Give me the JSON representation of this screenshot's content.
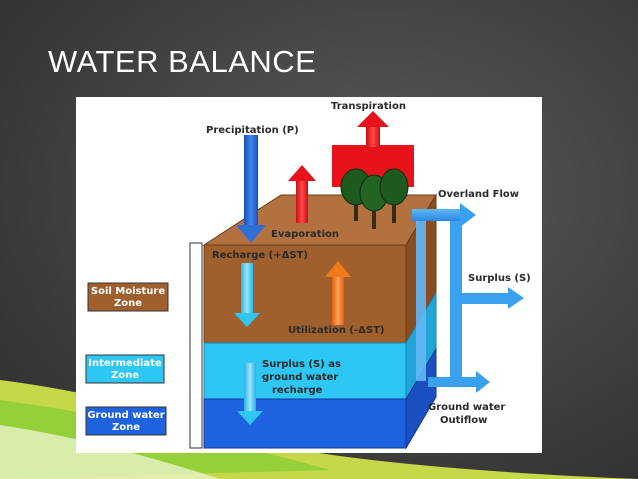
{
  "slide": {
    "title": "WATER BALANCE"
  },
  "diagram": {
    "labels": {
      "transpiration": "Transpiration",
      "precipitation": "Precipitation (P)",
      "overland_flow": "Overland Flow",
      "evaporation": "Evaporation",
      "recharge": "Recharge (+ΔST)",
      "surplus": "Surplus (S)",
      "utilization": "Utilization (-ΔST)",
      "surplus_gw_1": "Surplus (S) as",
      "surplus_gw_2": "ground water",
      "surplus_gw_3": "recharge",
      "gw_outflow_1": "Ground water",
      "gw_outflow_2": "Outiflow"
    },
    "zones": {
      "soil_moisture_1": "Soil Moisture",
      "soil_moisture_2": "Zone",
      "intermediate_1": "Intermediate",
      "intermediate_2": "Zone",
      "ground_water_1": "Ground water",
      "ground_water_2": "Zone"
    },
    "colors": {
      "soil": "#a0602e",
      "soil_top": "#b27040",
      "intermediate": "#2ec6f2",
      "ground_water": "#1f62e0",
      "transpiration": "#e8121a",
      "evaporation": "#e8121a",
      "precipitation": "#2f6fd6",
      "flow": "#3aa0f0",
      "utilization": "#f07a1a",
      "tree": "#1e5a1e"
    },
    "icons": [
      "arrow-up-icon",
      "arrow-down-icon",
      "arrow-right-icon",
      "tree-icon"
    ]
  }
}
